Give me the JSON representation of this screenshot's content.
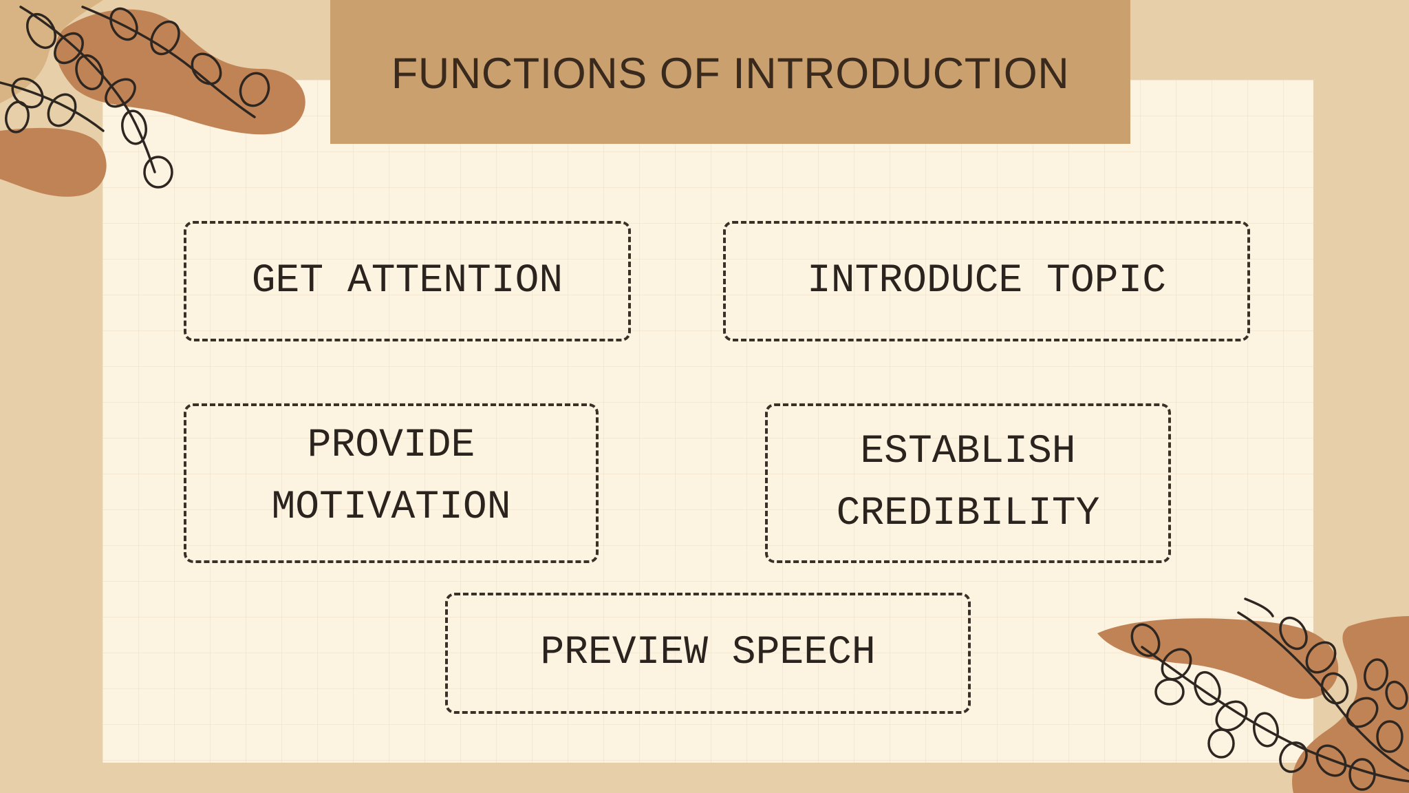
{
  "slide": {
    "title": "FUNCTIONS OF INTRODUCTION",
    "boxes": [
      {
        "line1": "GET ATTENTION",
        "line2": ""
      },
      {
        "line1": "INTRODUCE TOPIC",
        "line2": ""
      },
      {
        "line1": "PROVIDE",
        "line2": "MOTIVATION"
      },
      {
        "line1": "ESTABLISH",
        "line2": "CREDIBILITY"
      },
      {
        "line1": "PREVIEW SPEECH",
        "line2": ""
      }
    ]
  },
  "colors": {
    "background": "#e6cfa9",
    "paper": "#fdf3e1",
    "title_bar": "#c9a06e",
    "title_text": "#3a2a1e",
    "border": "#3b3027",
    "blob": "#c08355"
  },
  "decorations": [
    "leaf-branch-top-left",
    "leaf-branch-bottom-right"
  ]
}
